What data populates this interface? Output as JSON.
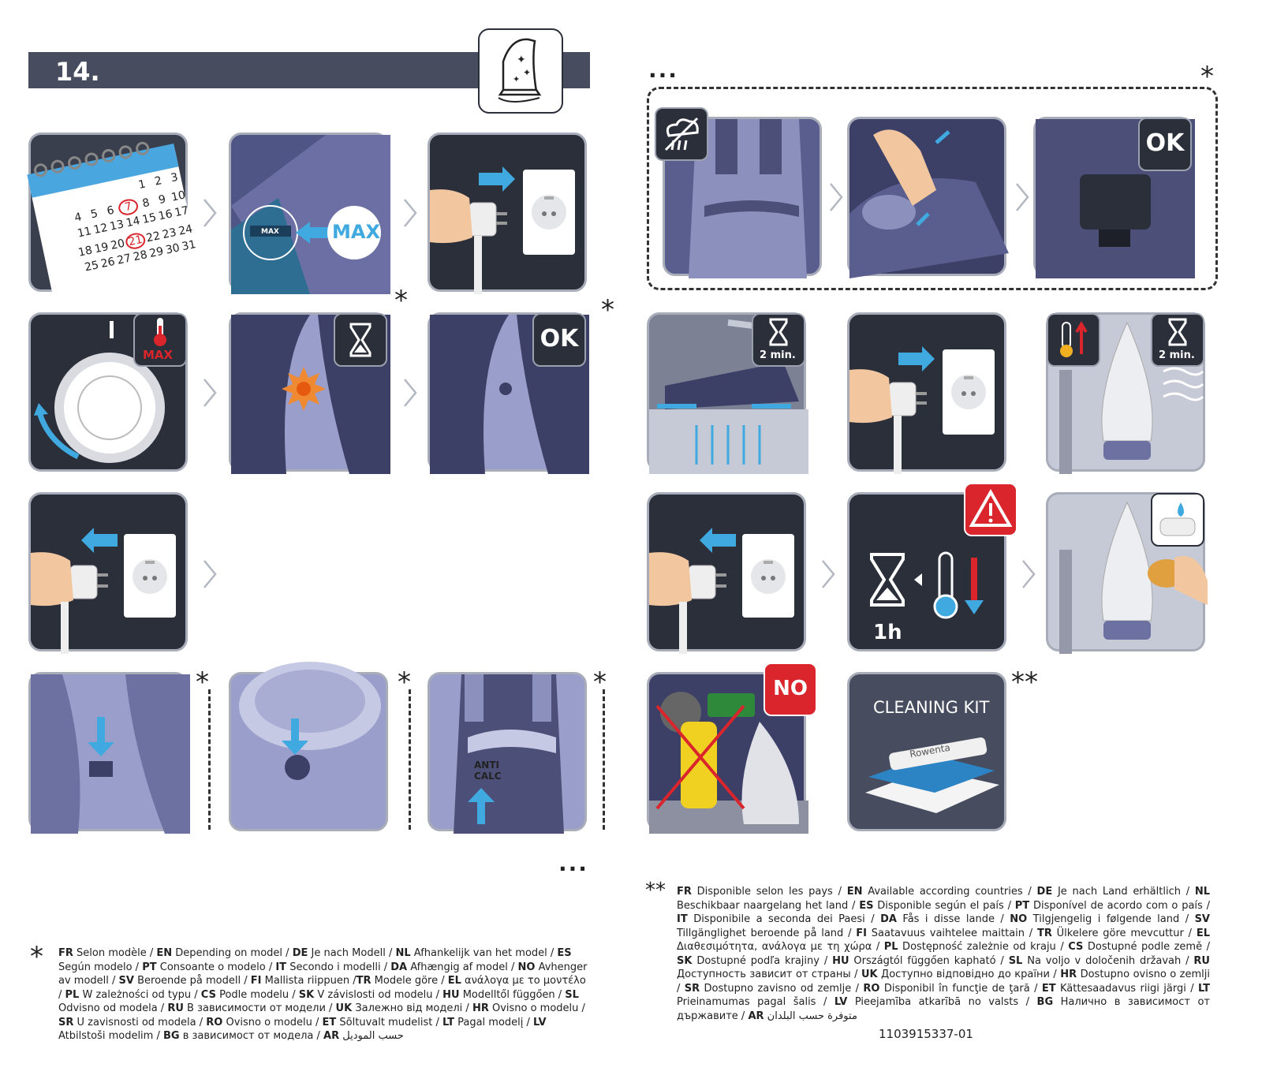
{
  "header": {
    "step": "14."
  },
  "icons": {
    "iron": "iron-sparkle-icon",
    "arrow": "arrow-icon",
    "chevron": "chevron-right-icon"
  },
  "colors": {
    "accent_blue": "#3fa9e0",
    "panel_dark": "#2b2f3a",
    "panel_iron": "#565c8a",
    "warning_red": "#d9252b",
    "header_bar": "#474d5f"
  },
  "labels": {
    "max": "MAX",
    "max_small": "MAX",
    "ok": "OK",
    "two_min": "2 min.",
    "one_h": "1h",
    "no": "NO",
    "cleaning_kit": "CLEANING KIT",
    "rowenta": "Rowenta",
    "anti_calc": [
      "ANTI",
      "CALC"
    ],
    "dial": "MAX"
  },
  "calendar": {
    "rows": [
      [
        "1",
        "2",
        "3"
      ],
      [
        "4",
        "5",
        "6",
        "7",
        "8",
        "9",
        "10"
      ],
      [
        "11",
        "12",
        "13",
        "14",
        "15",
        "16",
        "17"
      ],
      [
        "18",
        "19",
        "20",
        "21",
        "22",
        "23",
        "24"
      ],
      [
        "25",
        "26",
        "27",
        "28",
        "29",
        "30",
        "31"
      ]
    ],
    "circled": [
      "7",
      "21"
    ]
  },
  "marks": {
    "star": "*",
    "double_star": "**",
    "dots": "..."
  },
  "notes": {
    "star_text": [
      [
        "FR",
        "Selon modèle / "
      ],
      [
        "EN",
        "Depending on model / "
      ],
      [
        "DE",
        "Je nach Modell / "
      ],
      [
        "NL",
        "Afhankelijk van het model / "
      ],
      [
        "ES",
        "Según modelo / "
      ],
      [
        "PT",
        "Consoante o modelo / "
      ],
      [
        "IT",
        "Secondo i modelli / "
      ],
      [
        "DA",
        "Afhængig af model / "
      ],
      [
        "NO",
        "Avhenger av modell / "
      ],
      [
        "SV",
        "Beroende på modell / "
      ],
      [
        "FI",
        "Mallista riippuen /"
      ],
      [
        "TR",
        "Modele göre / "
      ],
      [
        "EL",
        "ανάλογα με το μοντέλο / "
      ],
      [
        "PL",
        "W zależności od typu / "
      ],
      [
        "CS",
        "Podle modelu / "
      ],
      [
        "SK",
        "V závislosti od modelu / "
      ],
      [
        "HU",
        "Modelltől függően / "
      ],
      [
        "SL",
        "Odvisno od modela / "
      ],
      [
        "RU",
        "В зависимости от модели / "
      ],
      [
        "UK",
        "Залежно від моделі / "
      ],
      [
        "HR",
        "Ovisno o modelu / "
      ],
      [
        "SR",
        "U zavisnosti od modela / "
      ],
      [
        "RO",
        "Ovisno o modelu / "
      ],
      [
        "ET",
        "Sõltuvalt mudelist / "
      ],
      [
        "LT",
        "Pagal modelį / "
      ],
      [
        "LV",
        "Atbilstoši modelim / "
      ],
      [
        "BG",
        "в зависимост от модела / "
      ],
      [
        "AR",
        "حسب الموديل"
      ]
    ],
    "double_star_text": [
      [
        "FR",
        "Disponible selon les pays / "
      ],
      [
        "EN",
        "Available according countries / "
      ],
      [
        "DE",
        "Je nach Land erhältlich / "
      ],
      [
        "NL",
        "Beschikbaar naargelang het land / "
      ],
      [
        "ES",
        "Disponible según el país / "
      ],
      [
        "PT",
        "Disponível de acordo com o país / "
      ],
      [
        "IT",
        "Disponibile a seconda dei Paesi / "
      ],
      [
        "DA",
        "Fås i disse lande / "
      ],
      [
        "NO",
        "Tilgjengelig i følgende land / "
      ],
      [
        "SV",
        "Tillgänglighet beroende på land / "
      ],
      [
        "FI",
        "Saatavuus vaihtelee maittain / "
      ],
      [
        "TR",
        "Ülkelere göre mevcuttur / "
      ],
      [
        "EL",
        "Διαθεσιμότητα, ανάλογα με τη χώρα / "
      ],
      [
        "PL",
        "Dostępność zależnie od kraju / "
      ],
      [
        "CS",
        "Dostupné podle země / "
      ],
      [
        "SK",
        "Dostupné podľa krajiny / "
      ],
      [
        "HU",
        "Országtól függően kapható / "
      ],
      [
        "SL",
        "Na voljo v določenih državah / "
      ],
      [
        "RU",
        "Доступность зависит от страны / "
      ],
      [
        "UK",
        "Доступно відповідно до країни / "
      ],
      [
        "HR",
        "Dostupno ovisno o zemlji / "
      ],
      [
        "SR",
        "Dostupno zavisno od zemlje / "
      ],
      [
        "RO",
        "Disponibil în funcţie de ţară / "
      ],
      [
        "ET",
        "Kättesaadavus riigi järgi / "
      ],
      [
        "LT",
        "Prieinamumas pagal šalis / "
      ],
      [
        "LV",
        "Pieejamība atkarībā no valsts / "
      ],
      [
        "BG",
        "Налично в зависимост от държавите / "
      ],
      [
        "AR",
        "متوفرة حسب البلدان"
      ]
    ]
  },
  "reference": "1103915337-01"
}
